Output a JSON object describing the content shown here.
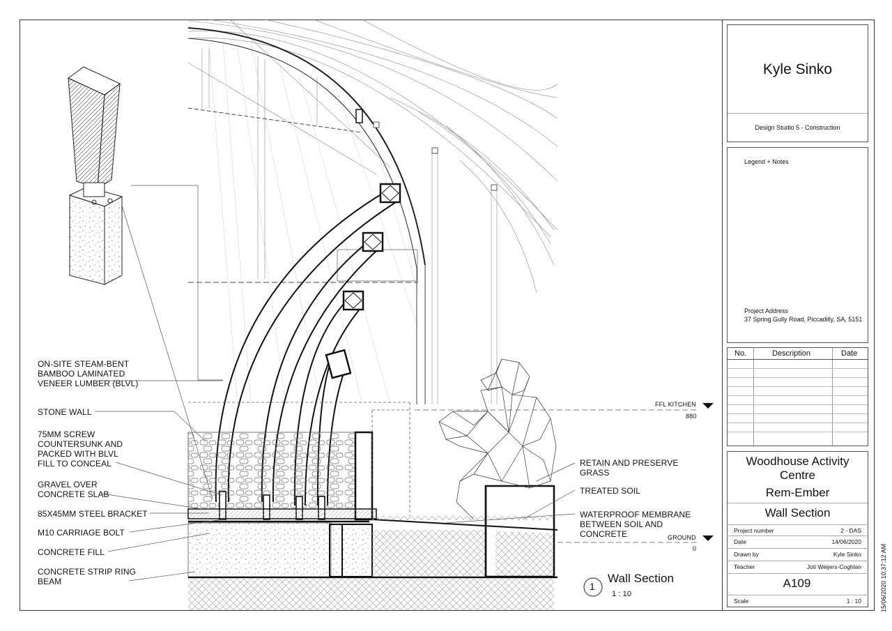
{
  "annotations_left": [
    "ON-SITE STEAM-BENT BAMBOO LAMINATED VENEER LUMBER (BLVL)",
    "STONE WALL",
    "75MM SCREW COUNTERSUNK AND PACKED WITH BLVL FILL TO CONCEAL",
    "GRAVEL OVER CONCRETE SLAB",
    "85X45MM STEEL BRACKET",
    "M10 CARRIAGE BOLT",
    "CONCRETE FILL",
    "CONCRETE STRIP RING BEAM"
  ],
  "annotations_right": [
    "RETAIN AND PRESERVE GRASS",
    "TREATED SOIL",
    "WATERPROOF MEMBRANE BETWEEN SOIL AND CONCRETE"
  ],
  "levels": [
    {
      "name": "FFL KITCHEN",
      "value": "880"
    },
    {
      "name": "GROUND",
      "value": "0"
    }
  ],
  "view": {
    "number": "1",
    "title": "Wall Section",
    "scale": "1 : 10"
  },
  "title_block": {
    "author": "Kyle Sinko",
    "course": "Design Studio 5 - Construction",
    "legend_heading": "Legend + Notes",
    "address_label": "Project Address",
    "address": "37 Spring Gully Road, Piccadilly, SA, 5151",
    "revision_headers": [
      "No.",
      "Description",
      "Date"
    ],
    "project_name": "Woodhouse Activity Centre",
    "project_subtitle": "Rem-Ember",
    "sheet_name": "Wall Section",
    "fields": [
      {
        "label": "Project number",
        "value": "2 - DAS"
      },
      {
        "label": "Date",
        "value": "14/06/2020"
      },
      {
        "label": "Drawn by",
        "value": "Kyle Sinko"
      },
      {
        "label": "Teacher",
        "value": "Joti Weijers-Coghlan"
      }
    ],
    "sheet_number": "A109",
    "scale_label": "Scale",
    "scale_value": "1 : 10"
  },
  "print_stamp": "15/06/2020 10:37:12 AM"
}
